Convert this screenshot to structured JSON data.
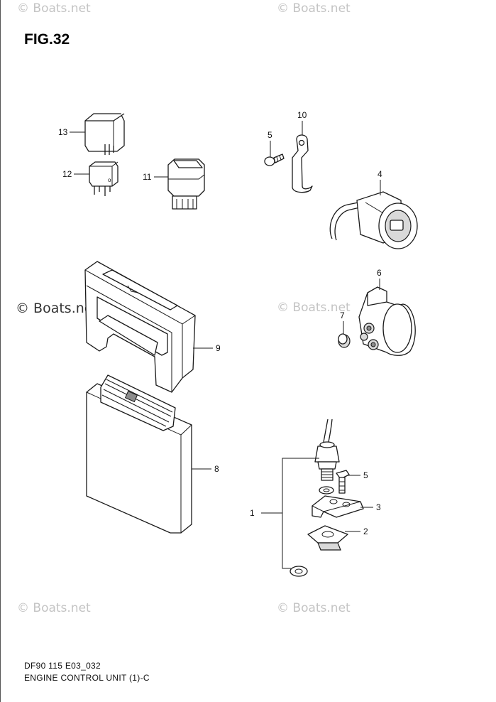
{
  "figure": {
    "title": "FIG.32",
    "code": "DF90 115 E03_032",
    "subtitle": "ENGINE CONTROL UNIT (1)-C"
  },
  "watermark": {
    "text": "© Boats.net"
  },
  "callouts": {
    "c1": "1",
    "c2": "2",
    "c3": "3",
    "c4": "4",
    "c5a": "5",
    "c5b": "5",
    "c6": "6",
    "c7": "7",
    "c8": "8",
    "c9": "9",
    "c10": "10",
    "c11": "11",
    "c12": "12",
    "c13": "13"
  }
}
